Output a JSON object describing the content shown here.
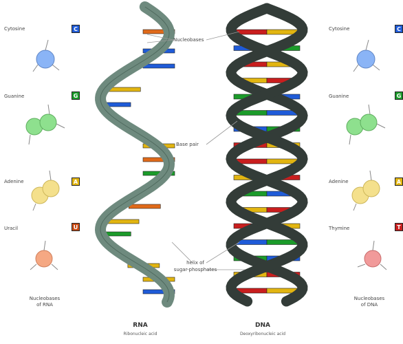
{
  "left_column": {
    "bases": [
      {
        "name": "Cytosine",
        "letter": "C",
        "color": "#1f5bd8"
      },
      {
        "name": "Guanine",
        "letter": "G",
        "color": "#1b9b2a"
      },
      {
        "name": "Adenine",
        "letter": "A",
        "color": "#e2b511"
      },
      {
        "name": "Uracil",
        "letter": "U",
        "color": "#c94b14"
      }
    ],
    "footer": [
      "Nucleobases",
      "of RNA"
    ]
  },
  "right_column": {
    "bases": [
      {
        "name": "Cytosine",
        "letter": "C",
        "color": "#1f5bd8"
      },
      {
        "name": "Guanine",
        "letter": "G",
        "color": "#1b9b2a"
      },
      {
        "name": "Adenine",
        "letter": "A",
        "color": "#e2b511"
      },
      {
        "name": "Thymine",
        "letter": "T",
        "color": "#c91e1e"
      }
    ],
    "footer": [
      "Nucleobases",
      "of DNA"
    ]
  },
  "callouts": {
    "nucleobases": "Nucleobases",
    "base_pair": "Base pair",
    "backbone_line1": "helix of",
    "backbone_line2": "sugar-phosphates"
  },
  "rna": {
    "title": "RNA",
    "subtitle": "Ribonucleic acid"
  },
  "dna": {
    "title": "DNA",
    "subtitle": "Deoxyribonucleic acid"
  },
  "colors": {
    "rna_backbone": "#6e8a7e",
    "dna_backbone": "#333c38",
    "cytosine": "#1f5bd8",
    "guanine": "#1b9b2a",
    "adenine": "#e2b511",
    "uracil": "#e06a1a",
    "thymine": "#c91e1e"
  }
}
